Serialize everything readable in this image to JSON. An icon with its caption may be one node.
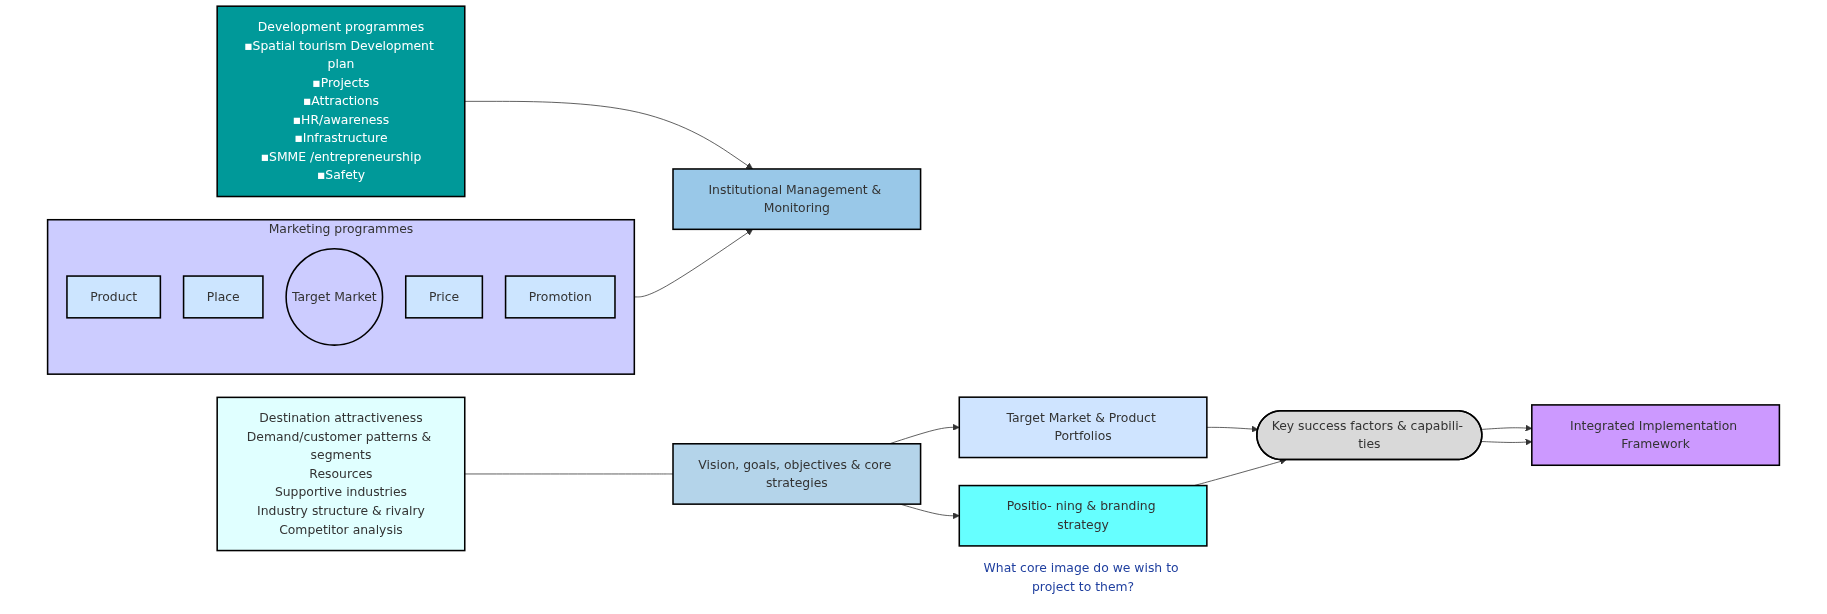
{
  "diagram": {
    "nodes": [
      {
        "text": [
          "Destination attractiveness",
          "Demand/customer patterns & segments",
          "Resources",
          "Supportive industries",
          "Industry structure & rivalry",
          "Competitor analysis"
        ]
      },
      {
        "text": [
          "Vision, goals, objectives & core strategies"
        ]
      },
      {
        "text": [
          "Target Market & Product Portfolios"
        ]
      },
      {
        "text": [
          "Positio- ning & branding strategy"
        ],
        "beside": [
          "What core image do we wish to project to them?"
        ]
      },
      {
        "text": [
          "Key success factors & capabili- ties"
        ]
      },
      {
        "text": [
          "Integrated Implementation Framework"
        ]
      },
      {
        "text": [
          "Development programmes",
          "▪Spatial tourism Development plan",
          "▪Projects",
          "▪Attractions",
          "▪HR/awareness",
          "▪Infrastructure",
          "▪SMME /entrepreneurship",
          "▪Safety"
        ]
      },
      {
        "text": [
          "Marketing programmes"
        ]
      },
      {
        "text": [
          "Product"
        ],
        "in": 7
      },
      {
        "text": [
          "Place"
        ],
        "in": 7
      },
      {
        "text": [
          "Target Market"
        ],
        "in": 7
      },
      {
        "text": [
          "Price"
        ],
        "in": 7
      },
      {
        "text": [
          "Promotion"
        ],
        "in": 7
      },
      {
        "text": [
          "Institutional Management & Monitoring"
        ]
      }
    ],
    "edges": [
      {
        "from": 0,
        "to": 1,
        "arrow": "none"
      },
      {
        "from": 1,
        "to": 2,
        "arrow": "to"
      },
      {
        "from": 1,
        "to": 3,
        "arrow": "to"
      },
      {
        "from": 2,
        "to": 4,
        "arrow": "to"
      },
      {
        "from": 3,
        "to": 4,
        "arrow": "to"
      },
      {
        "from": 4,
        "to": 5,
        "arrow": "to"
      },
      {
        "from": 4,
        "to": 5,
        "arrow": "to"
      },
      {
        "from": 6,
        "to": 13,
        "arrow": "to"
      },
      {
        "from": 7,
        "to": 13,
        "arrow": "to"
      }
    ]
  }
}
